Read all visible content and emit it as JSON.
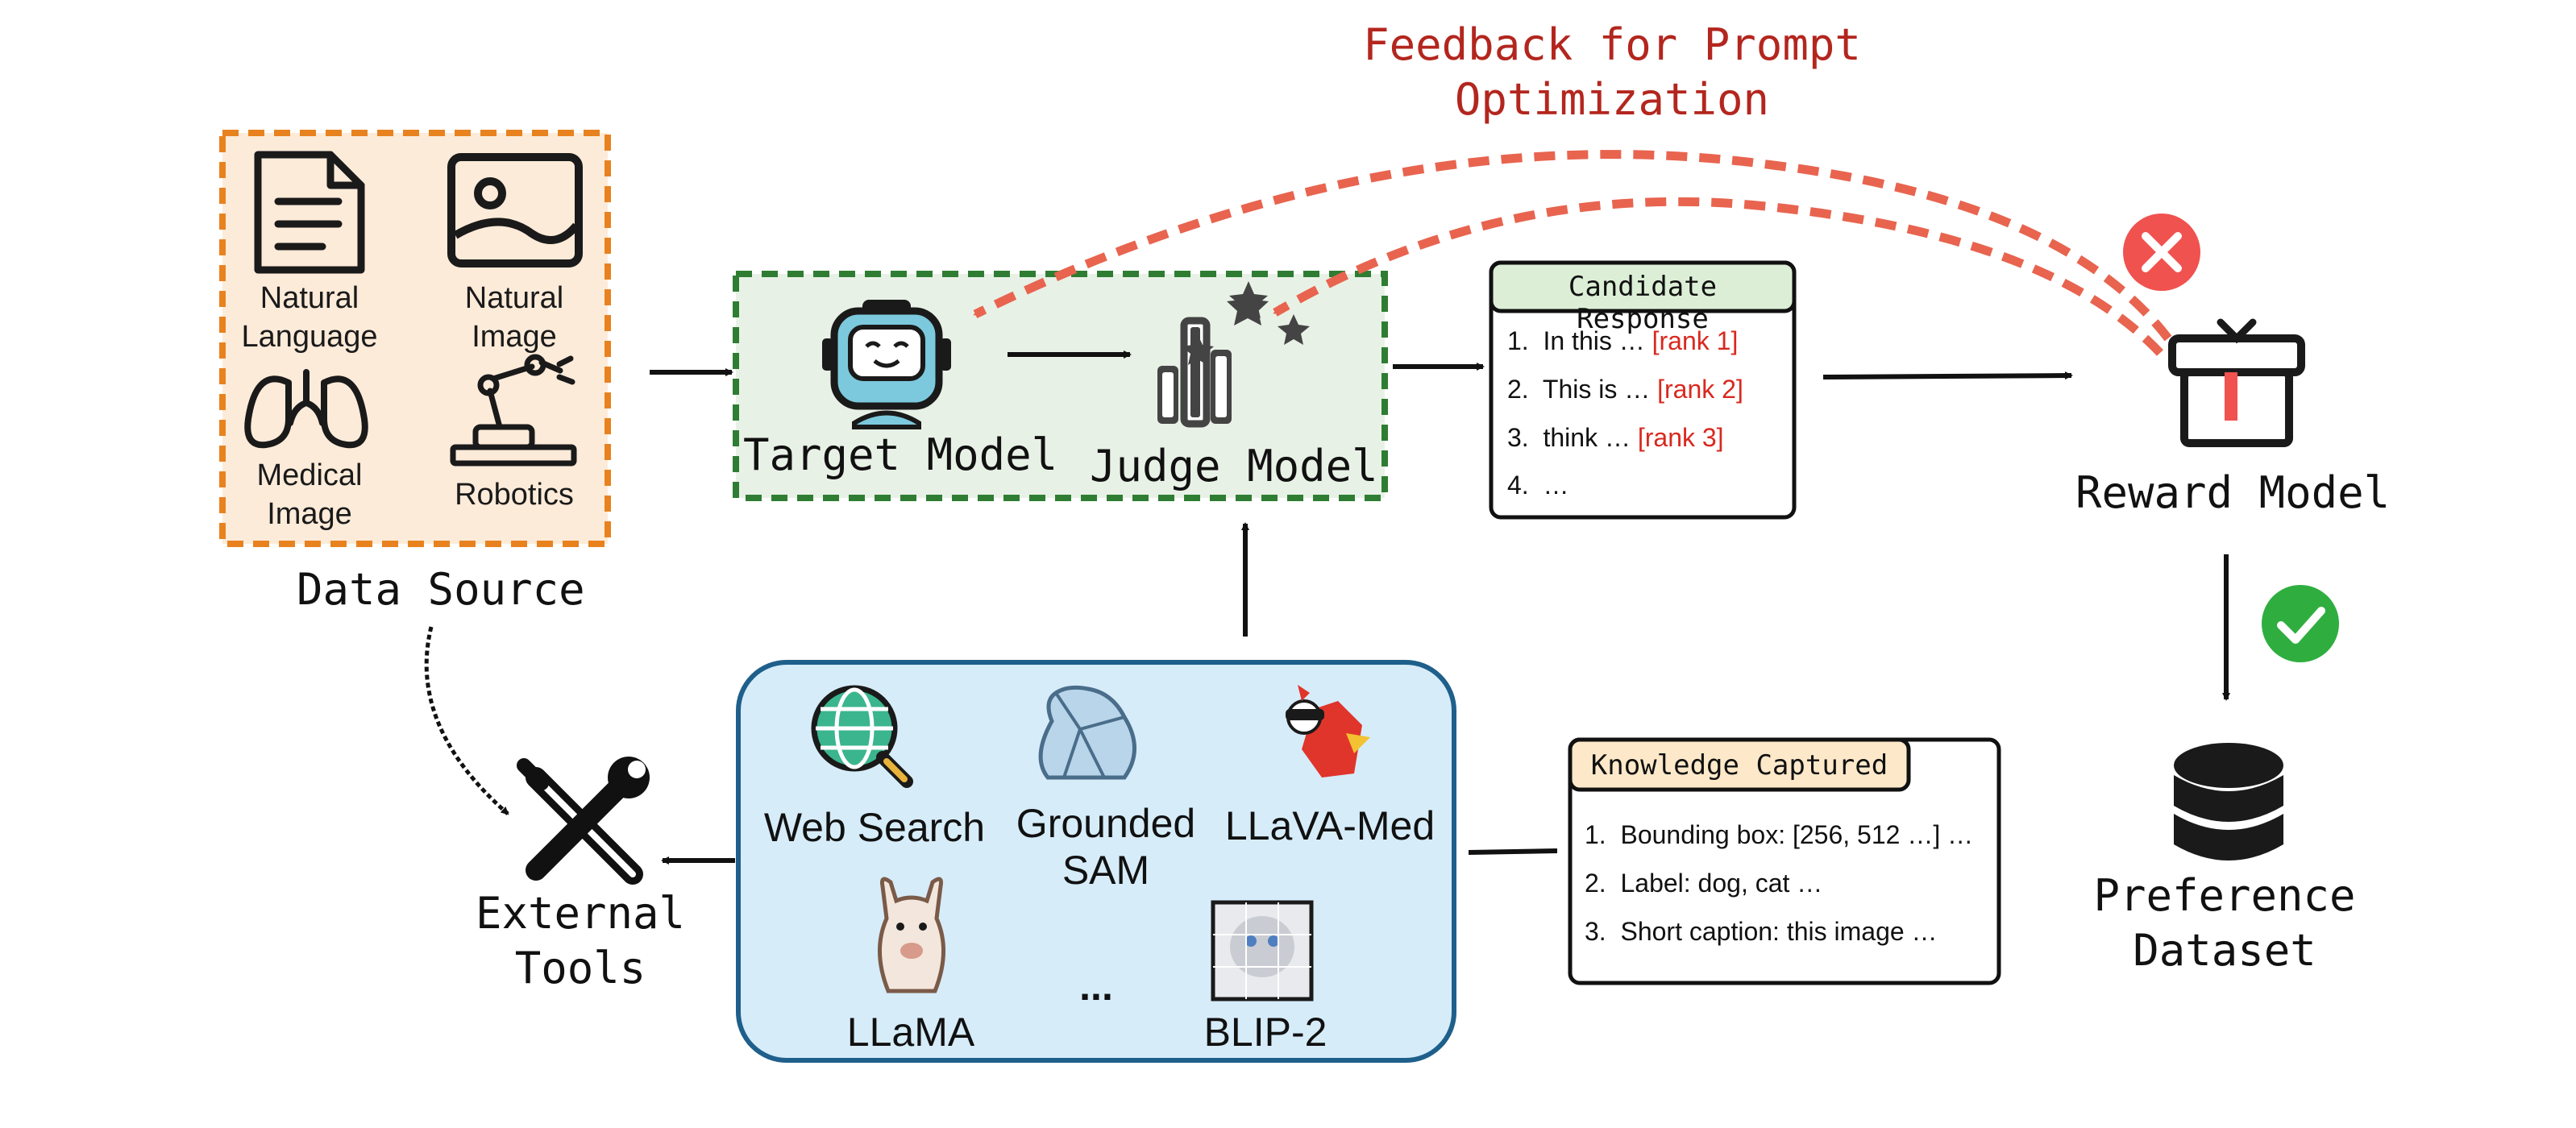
{
  "feedback": {
    "line1": "Feedback for Prompt",
    "line2": "Optimization"
  },
  "data_source": {
    "label": "Data Source",
    "items": [
      {
        "line1": "Natural",
        "line2": "Language",
        "icon": "document-icon"
      },
      {
        "line1": "Natural",
        "line2": "Image",
        "icon": "image-icon"
      },
      {
        "line1": "Medical",
        "line2": "Image",
        "icon": "lungs-icon"
      },
      {
        "line1": "Robotics",
        "line2": "",
        "icon": "robot-arm-icon"
      }
    ]
  },
  "models": {
    "target": "Target Model",
    "judge": "Judge Model"
  },
  "candidate": {
    "title": "Candidate Response",
    "items": [
      {
        "num": "1.",
        "text": "In this …",
        "rank": "[rank 1]"
      },
      {
        "num": "2.",
        "text": "This is …",
        "rank": "[rank 2]"
      },
      {
        "num": "3.",
        "text": "think …",
        "rank": "[rank 3]"
      },
      {
        "num": "4.",
        "text": "…",
        "rank": ""
      }
    ]
  },
  "reward": {
    "label": "Reward Model"
  },
  "preference": {
    "line1": "Preference",
    "line2": "Dataset"
  },
  "external": {
    "line1": "External",
    "line2": "Tools"
  },
  "tools": {
    "web_search": "Web Search",
    "grounded_sam_1": "Grounded",
    "grounded_sam_2": "SAM",
    "llava_med": "LLaVA-Med",
    "llama": "LLaMA",
    "ellipsis": "...",
    "blip2": "BLIP-2"
  },
  "knowledge": {
    "title": "Knowledge Captured",
    "items": [
      {
        "num": "1.",
        "text": "Bounding box:  [256, 512 …] …"
      },
      {
        "num": "2.",
        "text": "Label: dog, cat …"
      },
      {
        "num": "3.",
        "text": "Short caption: this image …"
      }
    ]
  },
  "colors": {
    "orange_border": "#e8821f",
    "orange_fill": "#fdebd9",
    "green_border": "#2e7d32",
    "green_fill": "#e8f1e6",
    "blue_border": "#1f5f8b",
    "blue_fill": "#d6ecf9",
    "feedback_red": "#e8644f",
    "title_red": "#b3261e",
    "reject_red": "#f0524f",
    "accept_green": "#2fae3f"
  }
}
